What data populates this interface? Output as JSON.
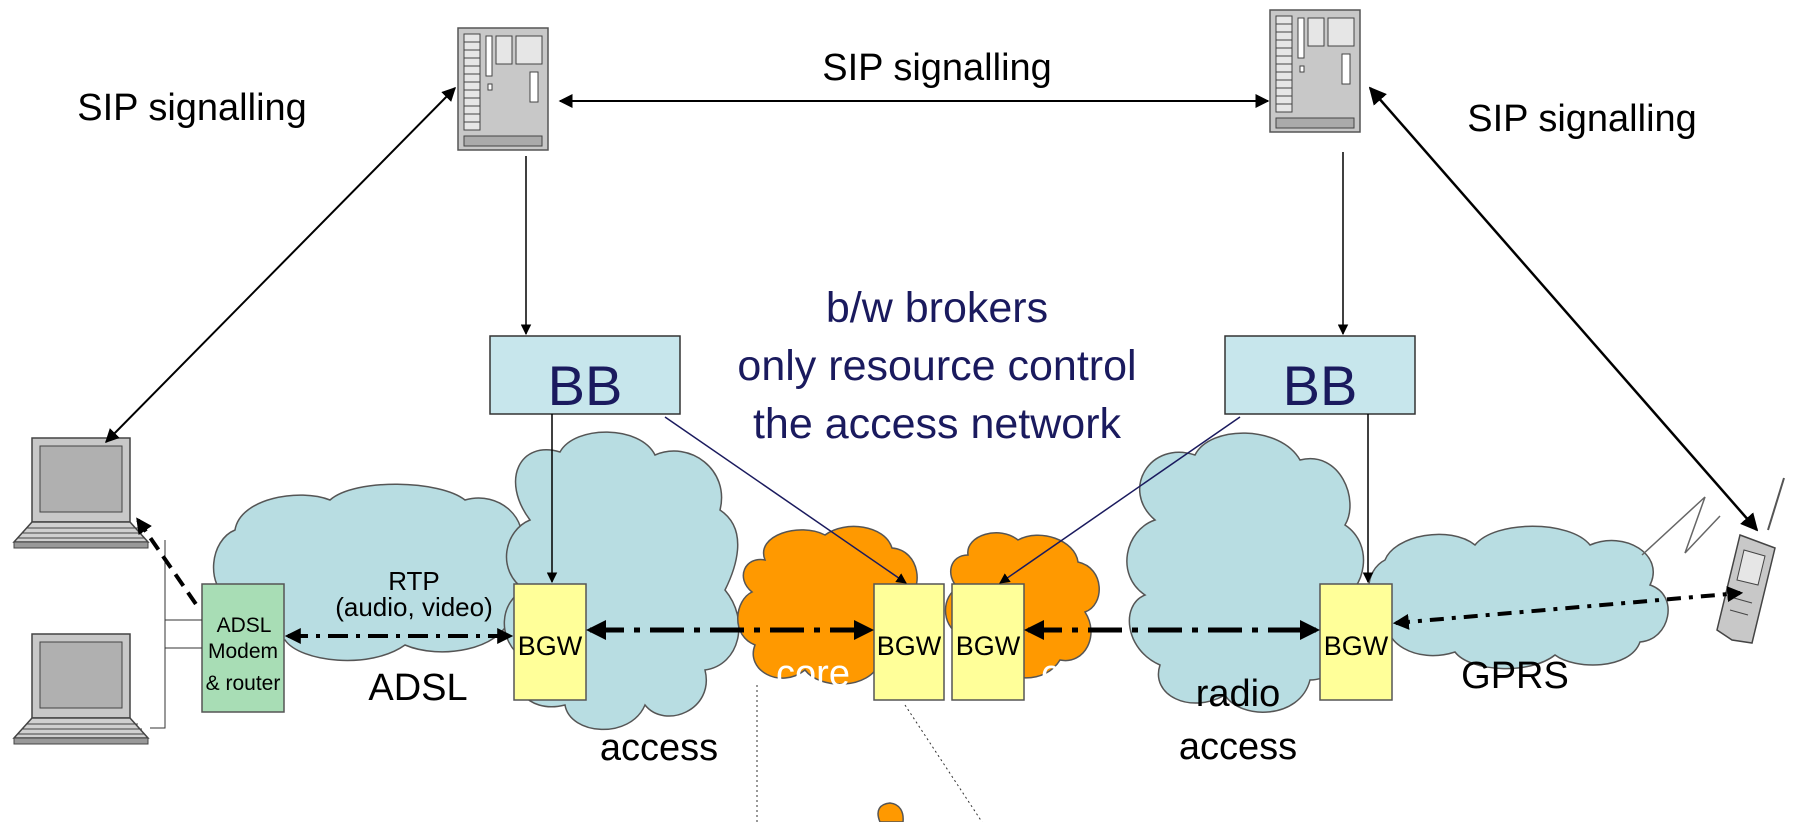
{
  "labels": {
    "sip_left": "SIP signalling",
    "sip_top": "SIP signalling",
    "sip_right": "SIP signalling",
    "bb_left": "BB",
    "bb_right": "BB",
    "bw_line1": "b/w brokers",
    "bw_line2": "only resource control",
    "bw_line3": "the access network",
    "rtp_line1": "RTP",
    "rtp_line2": "(audio, video)",
    "adsl": "ADSL",
    "modem_line1": "ADSL",
    "modem_line2": "Modem",
    "modem_line3": "& router",
    "bgw1": "BGW",
    "bgw2": "BGW",
    "bgw3": "BGW",
    "bgw4": "BGW",
    "core_left": "core",
    "core_right": "core",
    "access": "access",
    "radio_line1": "radio",
    "radio_line2": "access",
    "gprs": "GPRS"
  },
  "colors": {
    "cloud_blue": "#b8dde2",
    "cloud_orange": "#ff9900",
    "bb_box": "#c7e6ec",
    "bgw_box": "#ffff99",
    "modem_box": "#a8ddb5",
    "bw_text": "#1a1a5e"
  },
  "icons": [
    "server-icon",
    "laptop-icon",
    "mobile-phone-icon",
    "radio-wave-icon"
  ]
}
